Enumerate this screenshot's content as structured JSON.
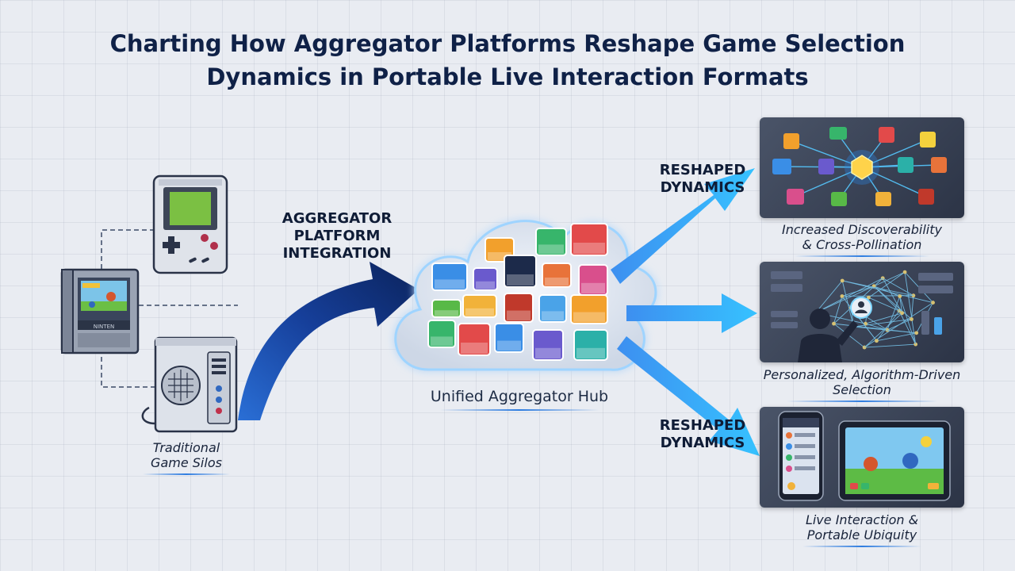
{
  "title": {
    "line1": "Charting How Aggregator Platforms Reshape Game Selection",
    "line2": "Dynamics in Portable Live Interaction Formats"
  },
  "left": {
    "caption_line1": "Traditional",
    "caption_line2": "Game Silos",
    "cartridge_label": "NINTEN"
  },
  "integration": {
    "line1": "AGGREGATOR",
    "line2": "PLATFORM",
    "line3": "INTEGRATION"
  },
  "hub": {
    "caption": "Unified Aggregator Hub"
  },
  "reshaped_top": {
    "line1": "RESHAPED",
    "line2": "DYNAMICS"
  },
  "reshaped_bottom": {
    "line1": "RESHAPED",
    "line2": "DYNAMICS"
  },
  "outcomes": [
    {
      "line1": "Increased Discoverability",
      "line2": "& Cross-Pollination"
    },
    {
      "line1": "Personalized, Algorithm-Driven",
      "line2": "Selection"
    },
    {
      "line1": "Live Interaction &",
      "line2": "Portable Ubiquity"
    }
  ],
  "colors": {
    "title": "#0f2147",
    "dark_arrow": "#0d2f7a",
    "light_arrow": "#2aa7f5",
    "panel": "#3a4458",
    "accent": "#2f7de0"
  }
}
